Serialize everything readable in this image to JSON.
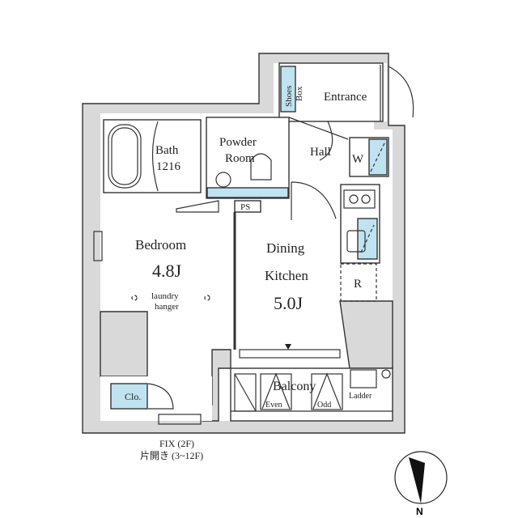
{
  "rooms": {
    "entrance": "Entrance",
    "shoes_box_1": "Shoes",
    "shoes_box_2": "Box",
    "bath": "Bath",
    "bath_size": "1216",
    "powder_1": "Powder",
    "powder_2": "Room",
    "hall": "Hall",
    "washer": "W",
    "ps": "PS",
    "bedroom": "Bedroom",
    "bedroom_size": "4.8J",
    "laundry_1": "laundry",
    "laundry_2": "hanger",
    "dining_1": "Dining",
    "dining_2": "Kitchen",
    "dining_size": "5.0J",
    "fridge": "R",
    "closet": "Clo.",
    "balcony": "Balcony",
    "even": "Even",
    "odd": "Odd",
    "ladder": "Ladder"
  },
  "window_note": {
    "line1": "FIX (2F)",
    "line2": "片開き (3~12F)"
  },
  "compass": {
    "label": "N"
  },
  "colors": {
    "wall": "#d9d9d9",
    "fixture": "#bfe3f0"
  }
}
